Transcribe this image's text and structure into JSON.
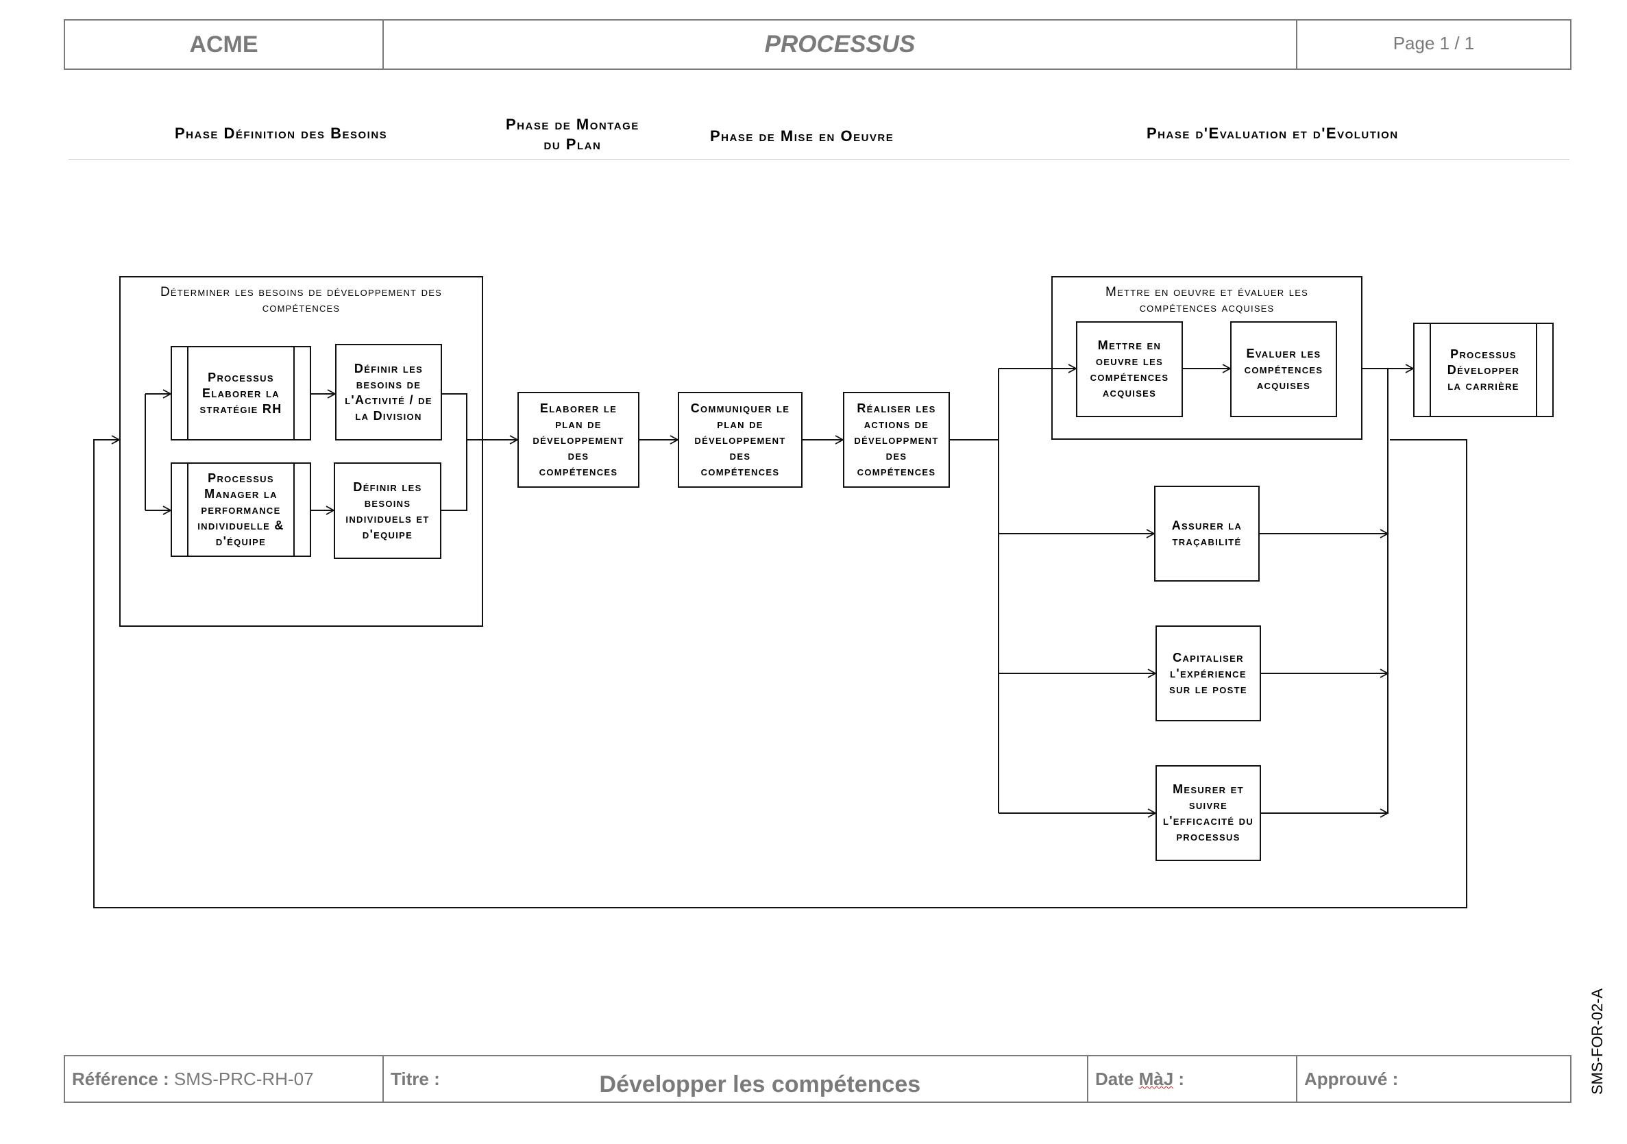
{
  "header": {
    "company": "ACME",
    "doc_type": "PROCESSUS",
    "page": "Page 1 / 1"
  },
  "phases": {
    "p1": "Phase Définition des Besoins",
    "p2_l1": "Phase de Montage",
    "p2_l2": "du Plan",
    "p3": "Phase de Mise en Oeuvre",
    "p4": "Phase d'Evaluation et d'Evolution"
  },
  "diagram": {
    "group_define": {
      "label_l1": "Déterminer les besoins de développement des",
      "label_l2": "compétences"
    },
    "proc_strategie": [
      "Processus",
      "Elaborer la",
      "stratégie RH"
    ],
    "def_activite": [
      "Définir les",
      "besoins de",
      "l'Activité / de",
      "la Division"
    ],
    "proc_manager": [
      "Processus",
      "Manager la",
      "performance",
      "individuelle &",
      "d'équipe"
    ],
    "def_individuels": [
      "Définir les",
      "besoins",
      "individuels et",
      "d'equipe"
    ],
    "elaborer_plan": [
      "Elaborer le",
      "plan de",
      "développement",
      "des",
      "compétences"
    ],
    "communiquer_plan": [
      "Communiquer le",
      "plan de",
      "développement",
      "des",
      "compétences"
    ],
    "realiser_actions": [
      "Réaliser les",
      "actions de",
      "développment",
      "des",
      "compétences"
    ],
    "group_mettre": {
      "label_l1": "Mettre en oeuvre et évaluer les",
      "label_l2": "compétences acquises"
    },
    "mettre_oeuvre": [
      "Mettre en",
      "oeuvre les",
      "compétences",
      "acquises"
    ],
    "evaluer": [
      "Evaluer les",
      "compétences",
      "acquises"
    ],
    "proc_carriere": [
      "Processus",
      "Développer",
      "la carrière"
    ],
    "assurer": [
      "Assurer la",
      "traçabilité"
    ],
    "capitaliser": [
      "Capitaliser",
      "l'expérience",
      "sur le poste"
    ],
    "mesurer": [
      "Mesurer et",
      "suivre",
      "l'efficacité du",
      "processus"
    ]
  },
  "footer": {
    "ref_label": "Référence :",
    "ref_value": "SMS-PRC-RH-07",
    "title_label": "Titre :",
    "title_value": "Développer les compétences",
    "date_label_a": "Date ",
    "date_label_b": "MàJ",
    "date_label_c": " :",
    "approved_label": "Approuvé :"
  },
  "side_ref": "SMS-FOR-02-A"
}
